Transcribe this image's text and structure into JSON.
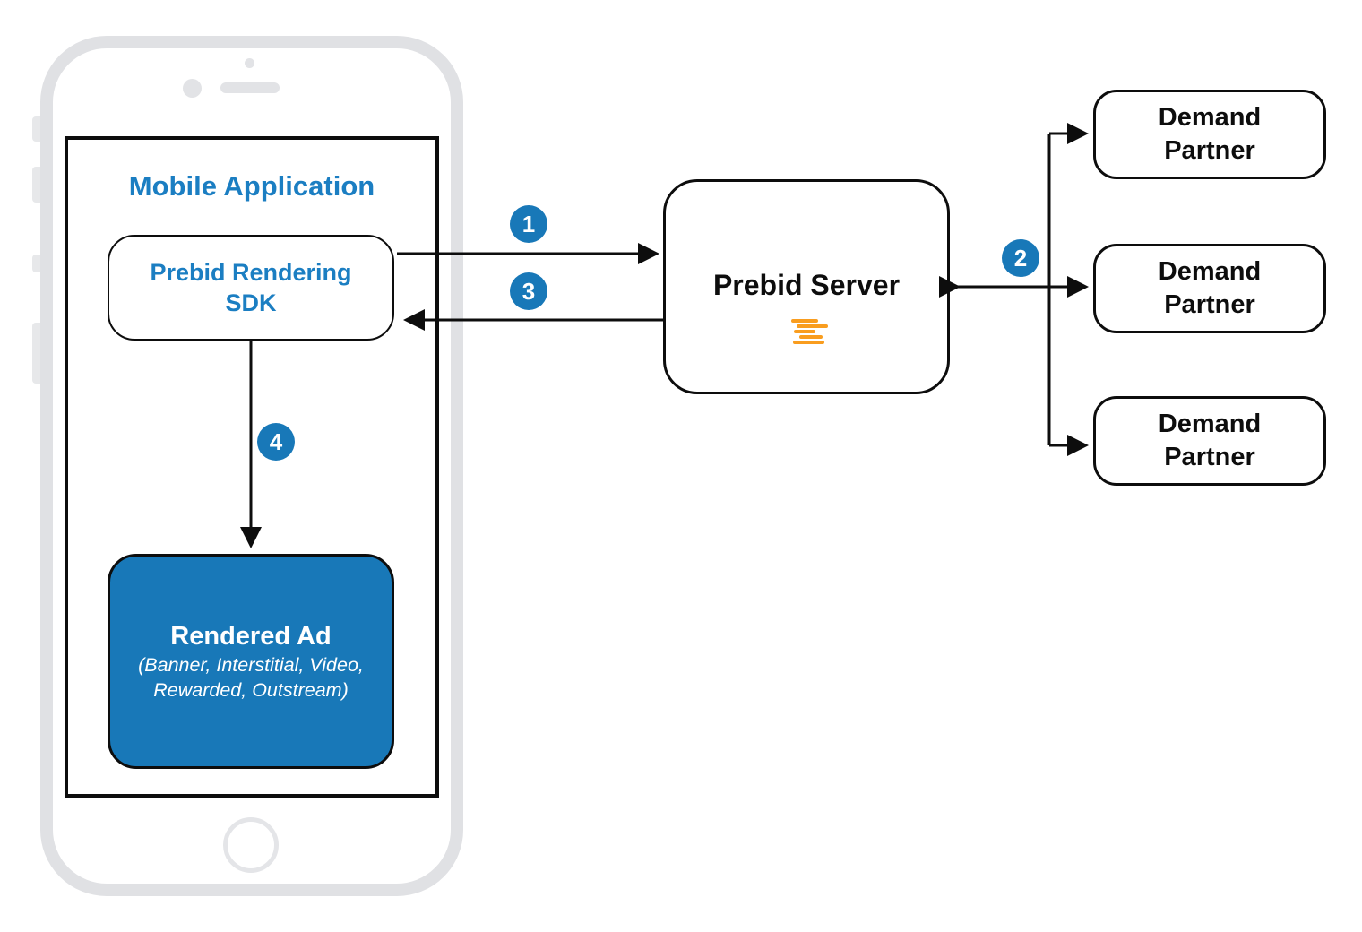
{
  "diagram": {
    "mobile_application": {
      "title": "Mobile Application",
      "sdk": {
        "label_line1": "Prebid Rendering",
        "label_line2": "SDK"
      },
      "rendered_ad": {
        "title": "Rendered Ad",
        "subtitle_line1": "(Banner, Interstitial, Video,",
        "subtitle_line2": "Rewarded, Outstream)"
      }
    },
    "prebid_server": {
      "label": "Prebid Server",
      "logo_icon": "prebid-orange-stacked-bars"
    },
    "demand_partners": [
      {
        "label_line1": "Demand",
        "label_line2": "Partner"
      },
      {
        "label_line1": "Demand",
        "label_line2": "Partner"
      },
      {
        "label_line1": "Demand",
        "label_line2": "Partner"
      }
    ],
    "steps": [
      {
        "number": "1"
      },
      {
        "number": "2"
      },
      {
        "number": "3"
      },
      {
        "number": "4"
      }
    ],
    "phone_hardware_icons": [
      "camera-dot",
      "earpiece-dot",
      "speaker-bar",
      "home-button",
      "side-buttons"
    ],
    "colors": {
      "brand_blue_fill": "#1878b8",
      "blue_text": "#1b7ec2",
      "prebid_orange": "#f99d1f",
      "line_black": "#0d0d0d",
      "phone_gray": "#e0e1e4"
    }
  }
}
